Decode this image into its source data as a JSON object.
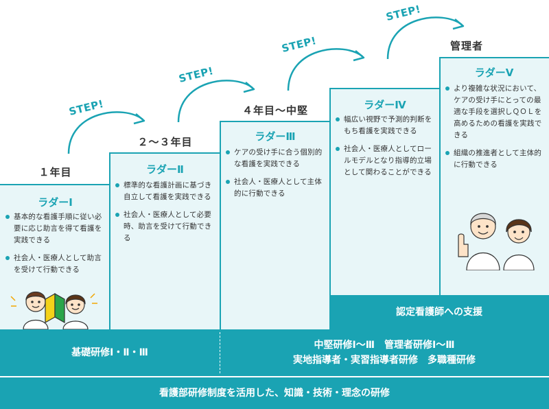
{
  "step_label": "STEP!",
  "stages": [
    {
      "year": "１年目",
      "ladder": "ラダーⅠ",
      "bullets": [
        "基本的な看護手順に従い必要に応じ助言を得て看護を実践できる",
        "社会人・医療人として助言を受けて行動できる"
      ]
    },
    {
      "year": "２～３年目",
      "ladder": "ラダーⅡ",
      "bullets": [
        "標準的な看護計画に基づき自立して看護を実践できる",
        "社会人・医療人として必要時、助言を受けて行動できる"
      ]
    },
    {
      "year": "４年目～中堅",
      "ladder": "ラダーⅢ",
      "bullets": [
        "ケアの受け手に合う個別的な看護を実践できる",
        "社会人・医療人として主体的に行動できる"
      ]
    },
    {
      "year": "",
      "ladder": "ラダーⅣ",
      "bullets": [
        "幅広い視野で予測的判断をもち看護を実践できる",
        "社会人・医療人としてロールモデルとなり指導的立場として関わることができる"
      ]
    },
    {
      "year": "管理者",
      "ladder": "ラダーⅤ",
      "bullets": [
        "より複雑な状況において、ケアの受け手にとっての最適な手段を選択しＱＯＬを高めるための看護を実践できる",
        "組織の推進者として主体的に行動できる"
      ]
    }
  ],
  "bands": {
    "certified_support": "認定看護師への支援",
    "basic_training": "基礎研修Ⅰ・Ⅱ・Ⅲ",
    "advanced_line1": "中堅研修Ⅰ～Ⅲ　管理者研修Ⅰ～Ⅲ",
    "advanced_line2": "実地指導者・実習指導者研修　多職種研修",
    "footer": "看護部研修制度を活用した、知識・技術・理念の研修"
  },
  "colors": {
    "accent": "#1aa3b3",
    "box_bg": "#e8f6f8"
  }
}
